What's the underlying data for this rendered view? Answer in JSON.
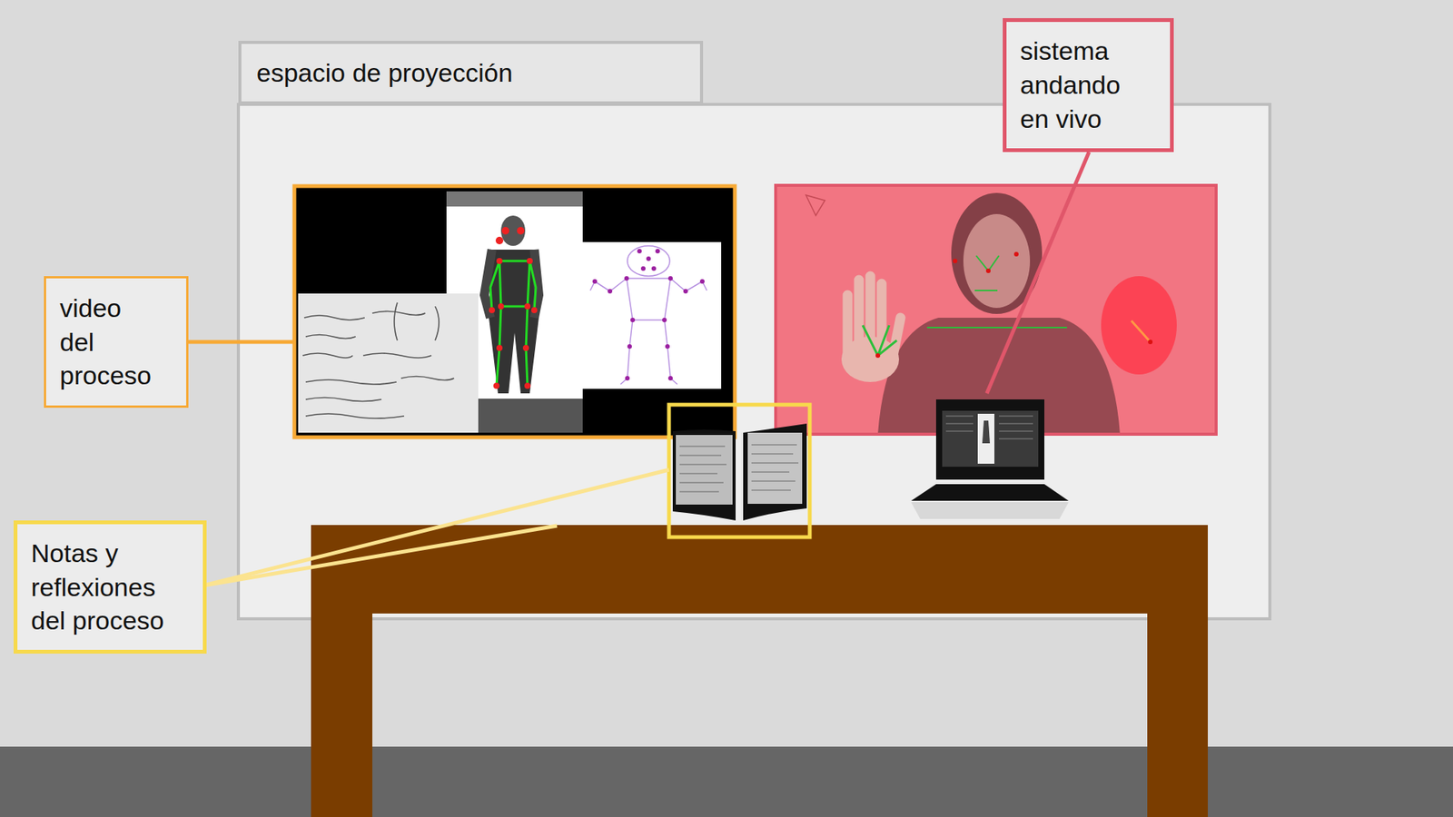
{
  "diagram": {
    "nodes": [
      {
        "text": [
          "espacio de proyección"
        ]
      },
      {
        "text": [
          "sistema andando en vivo"
        ]
      },
      {
        "text": [
          "video del proceso"
        ]
      },
      {
        "text": [
          "Notas y reflexiones del proceso"
        ]
      }
    ]
  }
}
